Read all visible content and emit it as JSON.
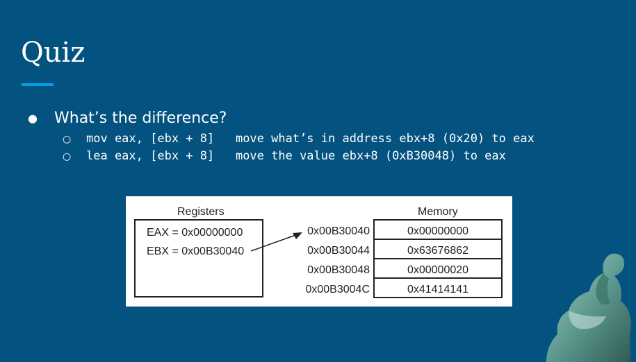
{
  "slide": {
    "title": "Quiz",
    "bullet": "What’s the difference?",
    "sub_items": [
      {
        "code": "mov eax, [ebx + 8]",
        "desc": "move what’s in address ebx+8 (0x20) to eax"
      },
      {
        "code": "lea eax, [ebx + 8]",
        "desc": "move the value ebx+8 (0xB30048) to eax"
      }
    ]
  },
  "diagram": {
    "registers_label": "Registers",
    "memory_label": "Memory",
    "eax": "EAX = 0x00000000",
    "ebx": "EBX = 0x00B30040",
    "addresses": [
      "0x00B30040",
      "0x00B30044",
      "0x00B30048",
      "0x00B3004C"
    ],
    "values": [
      "0x00000000",
      "0x63676862",
      "0x00000020",
      "0x41414141"
    ]
  },
  "colors": {
    "background": "#045280",
    "accent": "#00a0e0",
    "text": "#ffffff"
  },
  "images": {
    "statue": "thinker-statue"
  }
}
